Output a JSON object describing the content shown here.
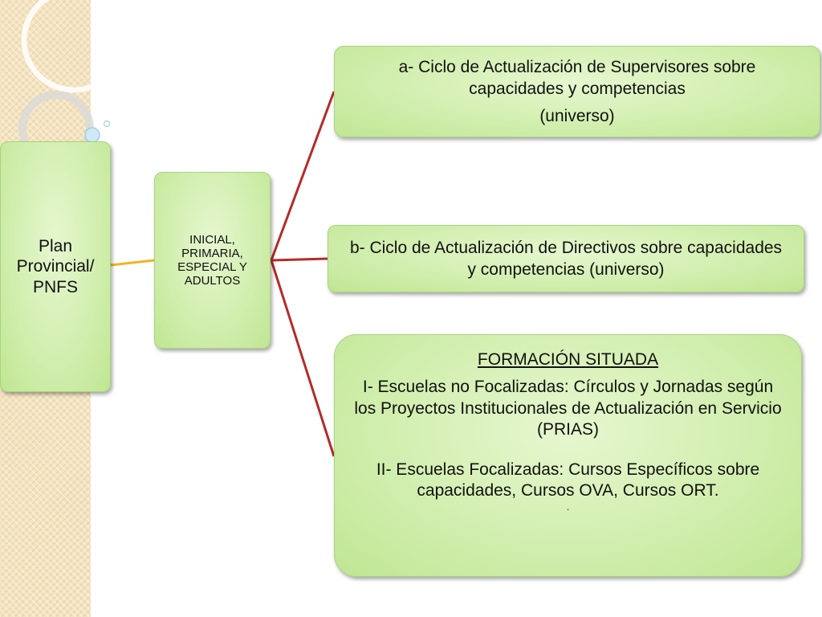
{
  "nodes": {
    "plan": {
      "lines": [
        "Plan",
        "Provincial/",
        "PNFS"
      ]
    },
    "levels": {
      "lines": [
        "INICIAL,",
        "PRIMARIA,",
        "ESPECIAL Y",
        "ADULTOS"
      ]
    },
    "a": {
      "line1": "a- Ciclo de Actualización de Supervisores sobre capacidades y competencias",
      "line2": "(universo)"
    },
    "b": {
      "text": "b- Ciclo de Actualización de Directivos sobre capacidades y competencias (universo)"
    },
    "formacion": {
      "title": "FORMACIÓN SITUADA",
      "item1": "I- Escuelas no Focalizadas: Círculos y Jornadas según los Proyectos Institucionales de Actualización en Servicio (PRIAS)",
      "item2": "II- Escuelas  Focalizadas:  Cursos Específicos sobre capacidades, Cursos OVA, Cursos ORT.",
      "trailing": "."
    }
  },
  "colors": {
    "box_fill": "#ccecA6",
    "box_border": "#a9d47f",
    "connector_red": "#b52a2a",
    "connector_orange": "#f0b51e",
    "strip": "#f3e3bf"
  }
}
